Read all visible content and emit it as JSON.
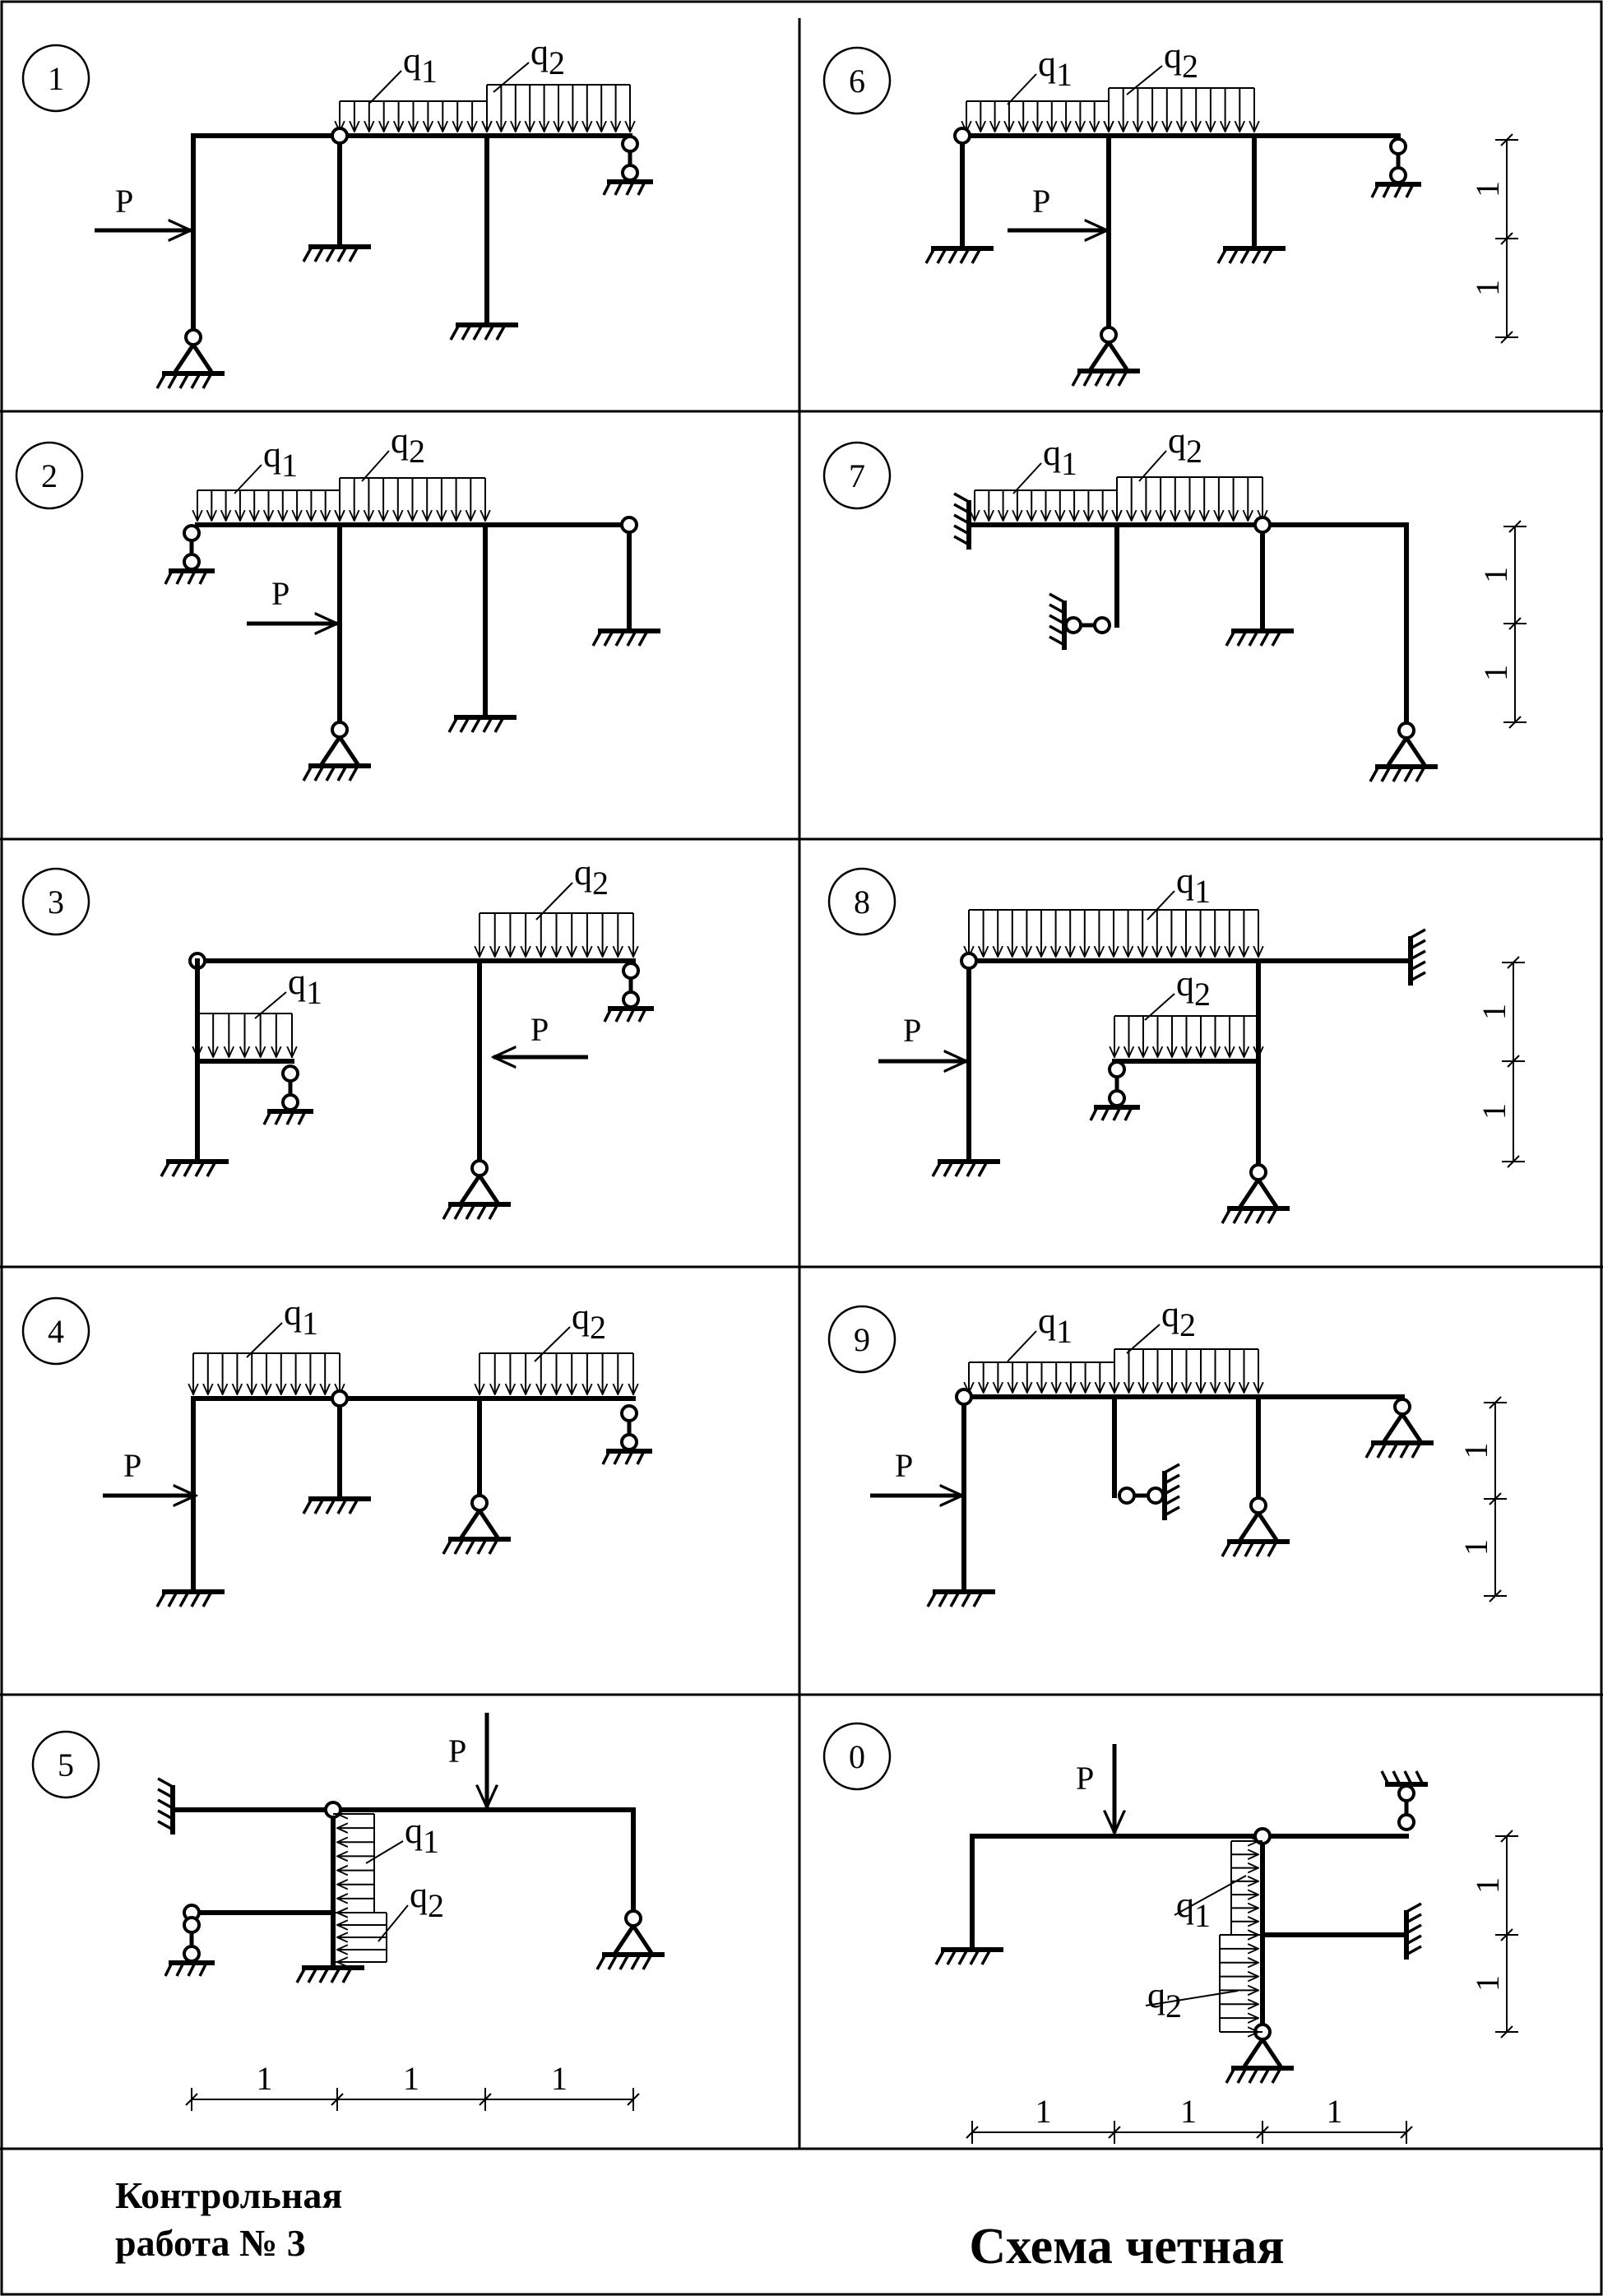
{
  "schemes": [
    {
      "number": "1",
      "q1": "q1",
      "q2": "q2",
      "p": "P"
    },
    {
      "number": "2",
      "q1": "q1",
      "q2": "q2",
      "p": "P"
    },
    {
      "number": "3",
      "q1": "q1",
      "q2": "q2",
      "p": "P"
    },
    {
      "number": "4",
      "q1": "q1",
      "q2": "q2",
      "p": "P"
    },
    {
      "number": "5",
      "q1": "q1",
      "q2": "q2",
      "p": "P"
    },
    {
      "number": "6",
      "q1": "q1",
      "q2": "q2",
      "p": "P"
    },
    {
      "number": "7",
      "q1": "q1",
      "q2": "q2"
    },
    {
      "number": "8",
      "q1": "q1",
      "q2": "q2",
      "p": "P"
    },
    {
      "number": "9",
      "q1": "q1",
      "q2": "q2",
      "p": "P"
    },
    {
      "number": "0",
      "q1": "q1",
      "q2": "q2",
      "p": "P"
    }
  ],
  "dimension_label": "1",
  "footer": {
    "title_line1": "Контрольная",
    "title_line2": "работа № 3",
    "scheme_label": "Схема четная"
  }
}
